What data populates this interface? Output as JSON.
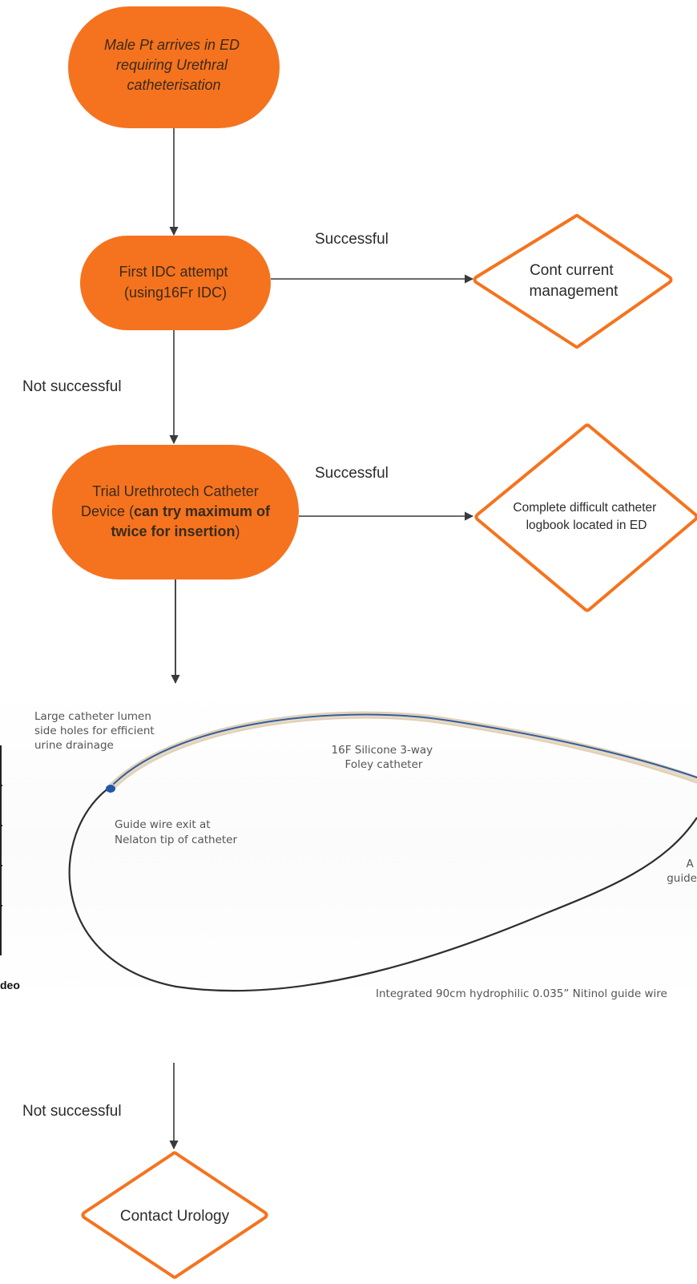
{
  "colors": {
    "orange_fill": "#F5731E",
    "diamond_stroke": "#F5731E",
    "arrow": "#3a3a3a",
    "catheter_blue": "#2f5f9e",
    "catheter_tan": "#c9a97a",
    "guide_wire": "#2e2e2e"
  },
  "nodes": {
    "start": {
      "lines": [
        "Male Pt arrives in ED",
        "requiring Urethral",
        "catheterisation"
      ]
    },
    "first_attempt": {
      "lines": [
        "First IDC attempt",
        "(using16Fr IDC)"
      ]
    },
    "trial_device": {
      "line1": "Trial Urethrotech Catheter",
      "line2_plain": "Device (",
      "line2_bold": "can try maximum of",
      "line3_bold": "twice for insertion",
      "line3_plain": ")"
    },
    "cont_management": {
      "lines": [
        "Cont current",
        "management"
      ]
    },
    "logbook": {
      "lines": [
        "Complete difficult catheter",
        "logbook located in ED"
      ]
    },
    "contact_urology": {
      "label": "Contact Urology"
    }
  },
  "edge_labels": {
    "successful_1": "Successful",
    "not_successful_1": "Not successful",
    "successful_2": "Successful",
    "not_successful_2": "Not successful"
  },
  "photo": {
    "label_lumen": [
      "Large catheter lumen",
      "side holes for efficient",
      "urine drainage"
    ],
    "label_foley": [
      "16F Silicone 3-way",
      "Foley catheter"
    ],
    "label_exit": [
      "Guide wire exit at",
      "Nelaton tip of catheter"
    ],
    "label_partial": [
      "A",
      "guide"
    ],
    "label_wire": "Integrated 90cm hydrophilic 0.035” Nitinol guide wire",
    "label_video_fragment": "deo"
  }
}
